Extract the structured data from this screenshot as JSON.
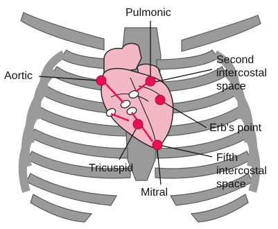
{
  "figure": {
    "labels": {
      "pulmonic": "Pulmonic",
      "aortic": "Aortic",
      "second_intercostal_space": "Second intercostal space",
      "erbs_point": "Erb's point",
      "fifth_intercostal_space": "Fifth intercostal space",
      "tricuspid": "Tricuspid",
      "mitral": "Mitral"
    },
    "colors": {
      "bone": "#9a9a9a",
      "bone_outline": "#5a5a5a",
      "heart_fill": "#f3b8c4",
      "heart_outline": "#2a2a2a",
      "marker": "#e2134e",
      "leader_line": "#111111"
    }
  }
}
